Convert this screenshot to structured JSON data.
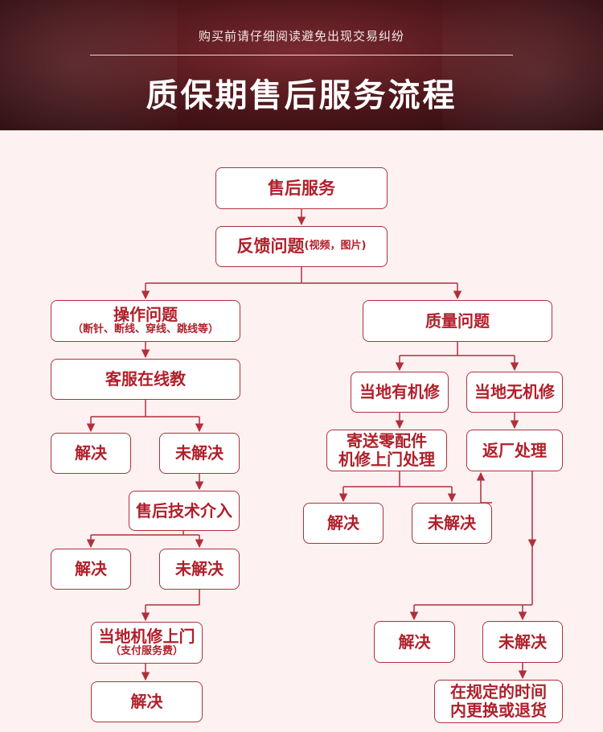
{
  "header": {
    "subtitle": "购买前请仔细阅读避免出现交易纠纷",
    "title": "质保期售后服务流程"
  },
  "flow": {
    "after_sales": "售后服务",
    "feedback_main": "反馈问题",
    "feedback_sub": "(视频，图片)",
    "operation_main": "操作问题",
    "operation_sub": "（断针、断线、穿线、跳线等）",
    "online_teaching": "客服在线教",
    "solved_1": "解决",
    "unsolved_1": "未解决",
    "tech_intervene": "售后技术介入",
    "solved_2": "解决",
    "unsolved_2": "未解决",
    "local_visit_main": "当地机修上门",
    "local_visit_sub": "（支付服务费）",
    "solved_3": "解决",
    "quality": "质量问题",
    "local_has_repair": "当地有机修",
    "local_no_repair": "当地无机修",
    "send_parts_line1": "寄送零配件",
    "send_parts_line2": "机修上门处理",
    "return_factory": "返厂处理",
    "solved_4": "解决",
    "unsolved_4": "未解决",
    "solved_5": "解决",
    "unsolved_5": "未解决",
    "replace_line1": "在规定的时间",
    "replace_line2": "内更换或退货"
  },
  "colors": {
    "accent": "#b01f2a",
    "border": "#b0303a",
    "page_bg": "#fdf1f2",
    "header_bg": "#4a1519"
  }
}
